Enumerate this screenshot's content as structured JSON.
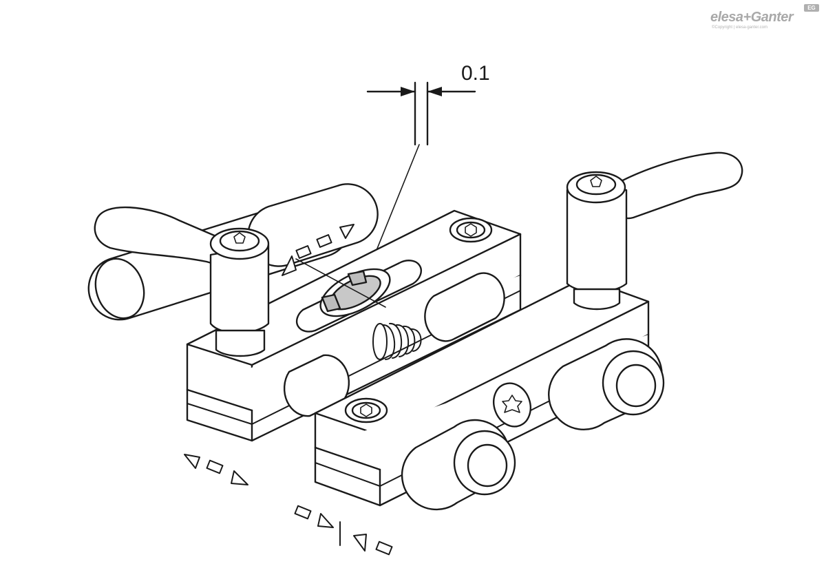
{
  "logo": {
    "brand": "elesa+Ganter",
    "badge": "EG",
    "copyright": "©Copyright | elesa-ganter.com"
  },
  "dimension": {
    "value_label": "0.1"
  },
  "icons": {
    "lever": "adjustable-clamping-lever-icon",
    "screw": "socket-head-screw-icon",
    "spring": "compression-spring-icon",
    "direction": "adjustment-direction-arrows-icon"
  },
  "colors": {
    "line": "#1a1a1a",
    "fill": "#ffffff",
    "shade": "#c8c8c8",
    "logo": "#a9a9a9"
  }
}
